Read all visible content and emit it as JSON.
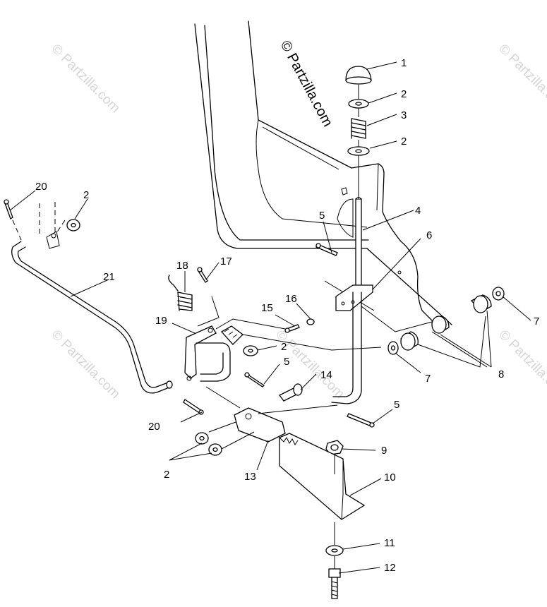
{
  "watermark": {
    "main": "© Partzilla.com",
    "faint": "© Partzilla.com"
  },
  "callouts": {
    "c1": "1",
    "c2a": "2",
    "c3": "3",
    "c2b": "2",
    "c4": "4",
    "c5a": "5",
    "c6": "6",
    "c7a": "7",
    "c7b": "7",
    "c8": "8",
    "c9": "9",
    "c10": "10",
    "c11": "11",
    "c12": "12",
    "c13": "13",
    "c14": "14",
    "c15": "15",
    "c16": "16",
    "c17": "17",
    "c18": "18",
    "c19": "19",
    "c20a": "20",
    "c20b": "20",
    "c21": "21",
    "c2c": "2",
    "c2d": "2",
    "c5b": "5",
    "c5c": "5"
  }
}
